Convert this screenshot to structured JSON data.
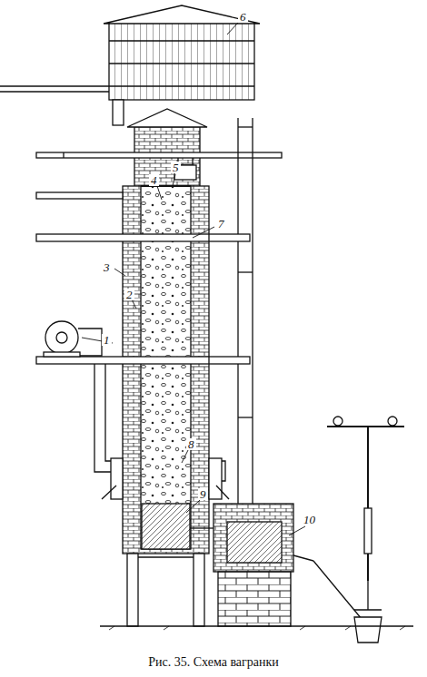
{
  "diagram": {
    "caption": "Рис. 35. Схема вагранки",
    "labels": [
      "6",
      "5",
      "4",
      "7",
      "3",
      "2",
      "1",
      "8",
      "9",
      "10"
    ]
  }
}
